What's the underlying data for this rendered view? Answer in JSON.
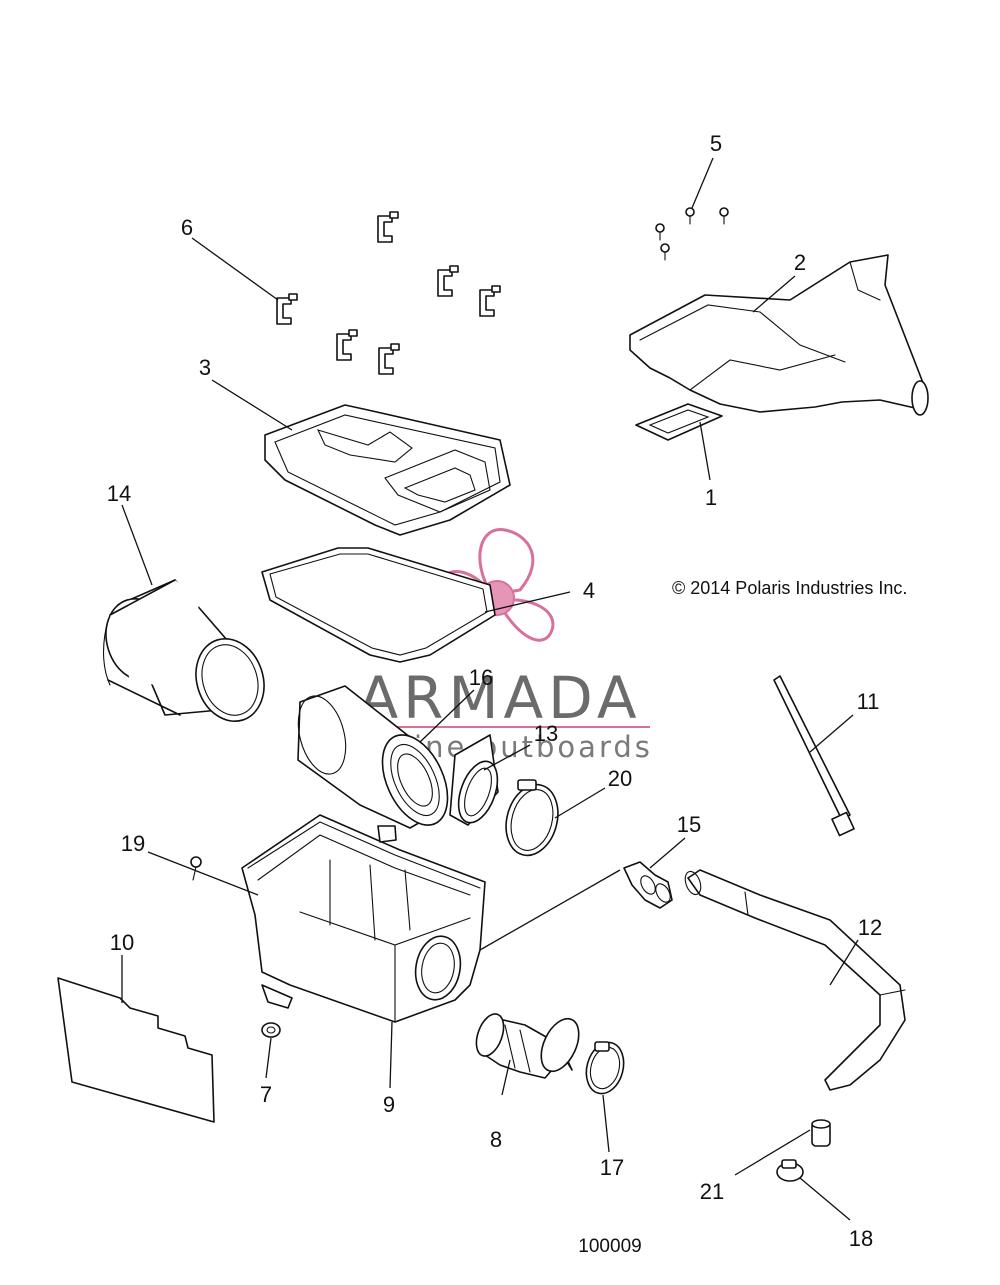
{
  "copyright": "© 2014 Polaris Industries Inc.",
  "diagram_number": "100009",
  "watermark": {
    "brand": "ARMADA",
    "tagline": "marine outboards",
    "accent_color": "#d9709c"
  },
  "callouts": [
    "1",
    "2",
    "3",
    "4",
    "5",
    "6",
    "7",
    "8",
    "9",
    "10",
    "11",
    "12",
    "13",
    "14",
    "15",
    "16",
    "17",
    "18",
    "19",
    "20",
    "21"
  ]
}
